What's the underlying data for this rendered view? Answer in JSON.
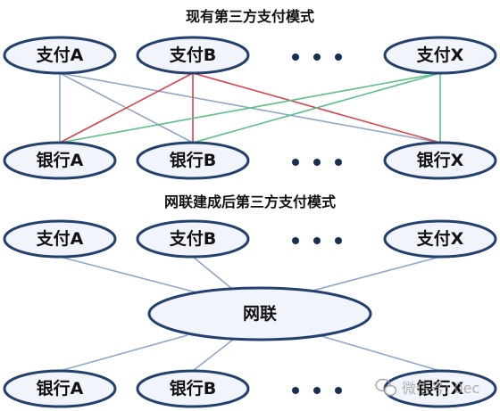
{
  "colors": {
    "blue_line": "#8ea7c9",
    "red_line": "#d9434a",
    "green_line": "#5cbf86",
    "ellipse_stroke": "#24406e",
    "ellipse_fill": "#f1f5fb"
  },
  "top": {
    "title": "现有第三方支付模式",
    "payments": [
      "支付A",
      "支付B",
      "支付X"
    ],
    "banks": [
      "银行A",
      "银行B",
      "银行X"
    ]
  },
  "bottom": {
    "title": "网联建成后第三方支付模式",
    "payments": [
      "支付A",
      "支付B",
      "支付X"
    ],
    "hub": "网联",
    "banks": [
      "银行A",
      "银行B",
      "银行X"
    ]
  },
  "watermark": {
    "icon": "wechat-icon",
    "text": "微信号: 0ec"
  }
}
